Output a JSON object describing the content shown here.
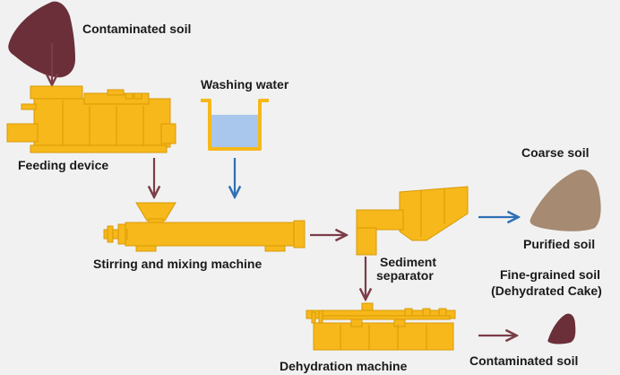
{
  "labels": {
    "contaminated_soil_top": "Contaminated soil",
    "washing_water": "Washing water",
    "feeding_device": "Feeding device",
    "coarse_soil": "Coarse soil",
    "stirring_mixing_machine": "Stirring and mixing machine",
    "purified_soil": "Purified soil",
    "sediment_separator_line1": "Sediment",
    "sediment_separator_line2": "separator",
    "fine_grained_soil_line1": "Fine-grained soil",
    "fine_grained_soil_line2": "(Dehydrated Cake)",
    "dehydration_machine": "Dehydration machine",
    "contaminated_soil_bottom": "Contaminated soil"
  },
  "colors": {
    "background": "#f1f1f1",
    "machine_fill": "#f6b81a",
    "machine_stroke": "#d99a06",
    "contaminated_soil": "#6b2f3a",
    "coarse_soil": "#a68a72",
    "water": "#a9c7ec",
    "arrow_maroon": "#7b3d48",
    "arrow_blue": "#2f6fb5"
  },
  "icons": [
    "contaminated-soil-pile-icon",
    "feeding-device-icon",
    "washing-water-tank-icon",
    "stirring-mixing-machine-icon",
    "sediment-separator-icon",
    "coarse-soil-pile-icon",
    "dehydration-machine-icon",
    "contaminated-cake-pile-icon"
  ]
}
